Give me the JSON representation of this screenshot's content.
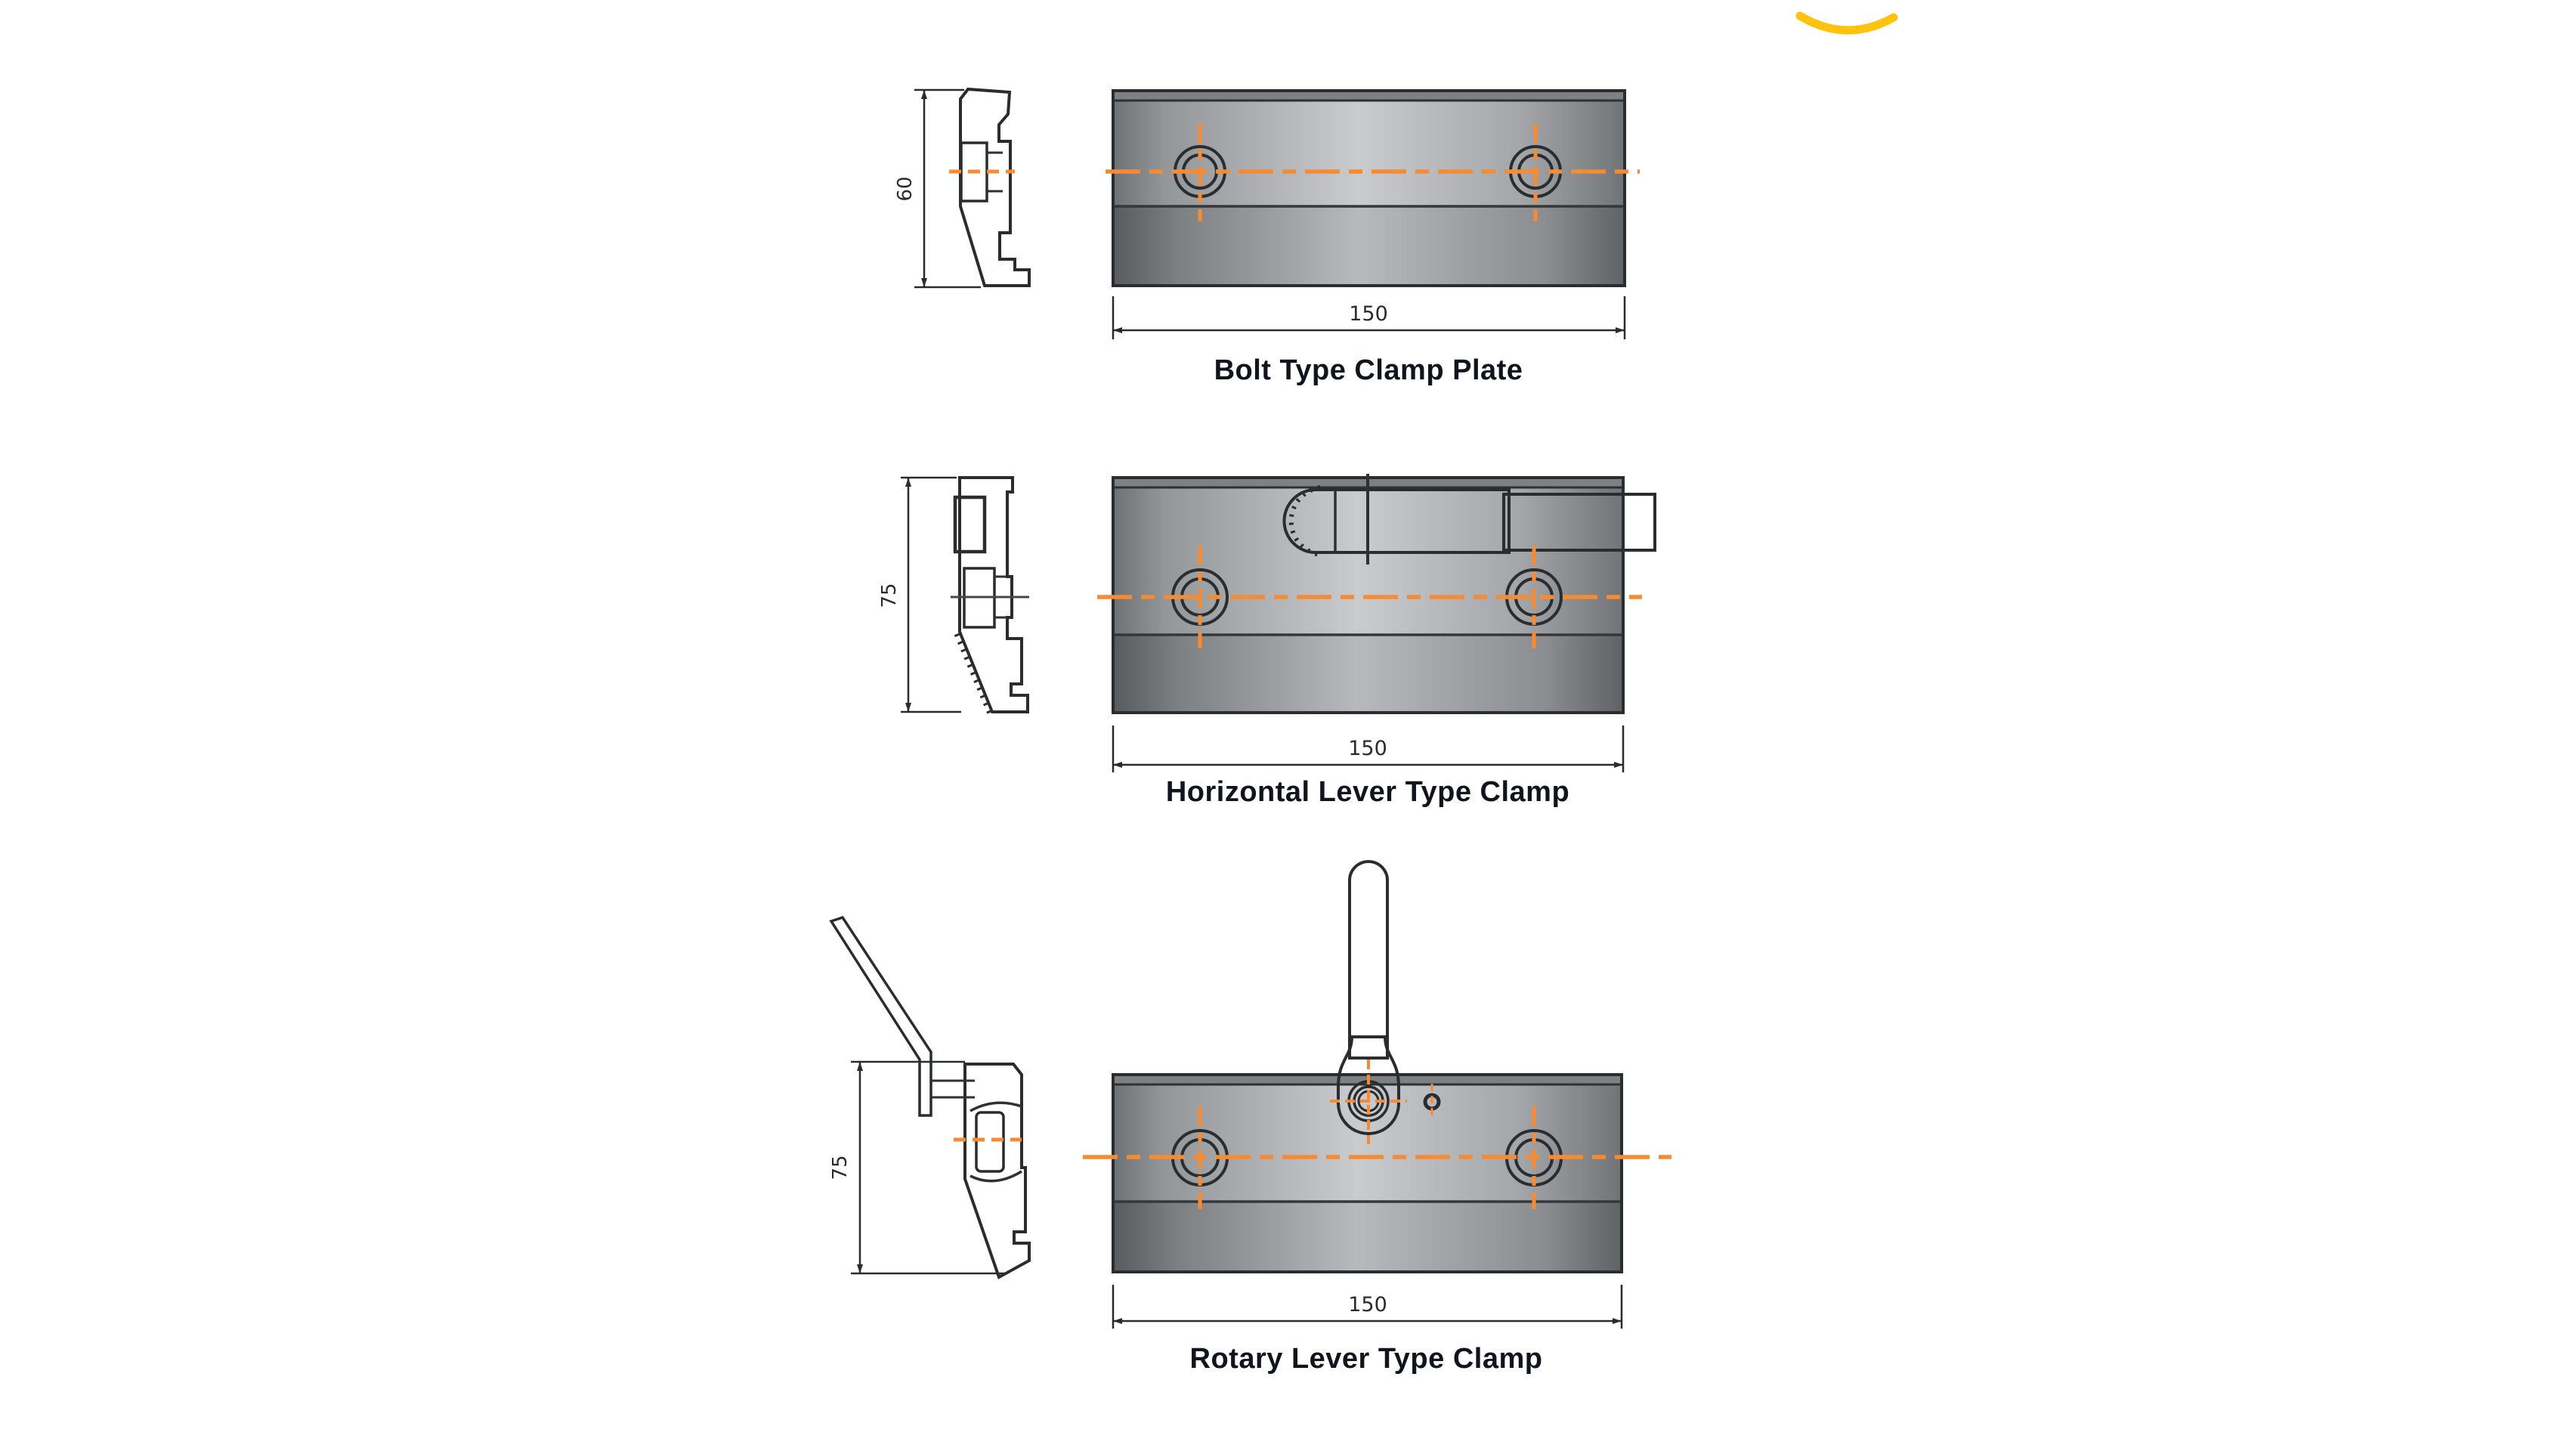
{
  "page": {
    "background": "#ffffff"
  },
  "colors": {
    "centerline_orange": "#F68B33",
    "outline": "#2A2D30",
    "title": "#10151D",
    "dimension": "#2B2B2B",
    "swoosh_yellow": "#FFC20E"
  },
  "drawings": [
    {
      "title": "Bolt Type Clamp Plate",
      "width_dim": "150",
      "height_dim": "60"
    },
    {
      "title": "Horizontal Lever Type Clamp",
      "width_dim": "150",
      "height_dim": "75"
    },
    {
      "title": "Rotary Lever Type Clamp",
      "width_dim": "150",
      "height_dim": "75"
    }
  ]
}
